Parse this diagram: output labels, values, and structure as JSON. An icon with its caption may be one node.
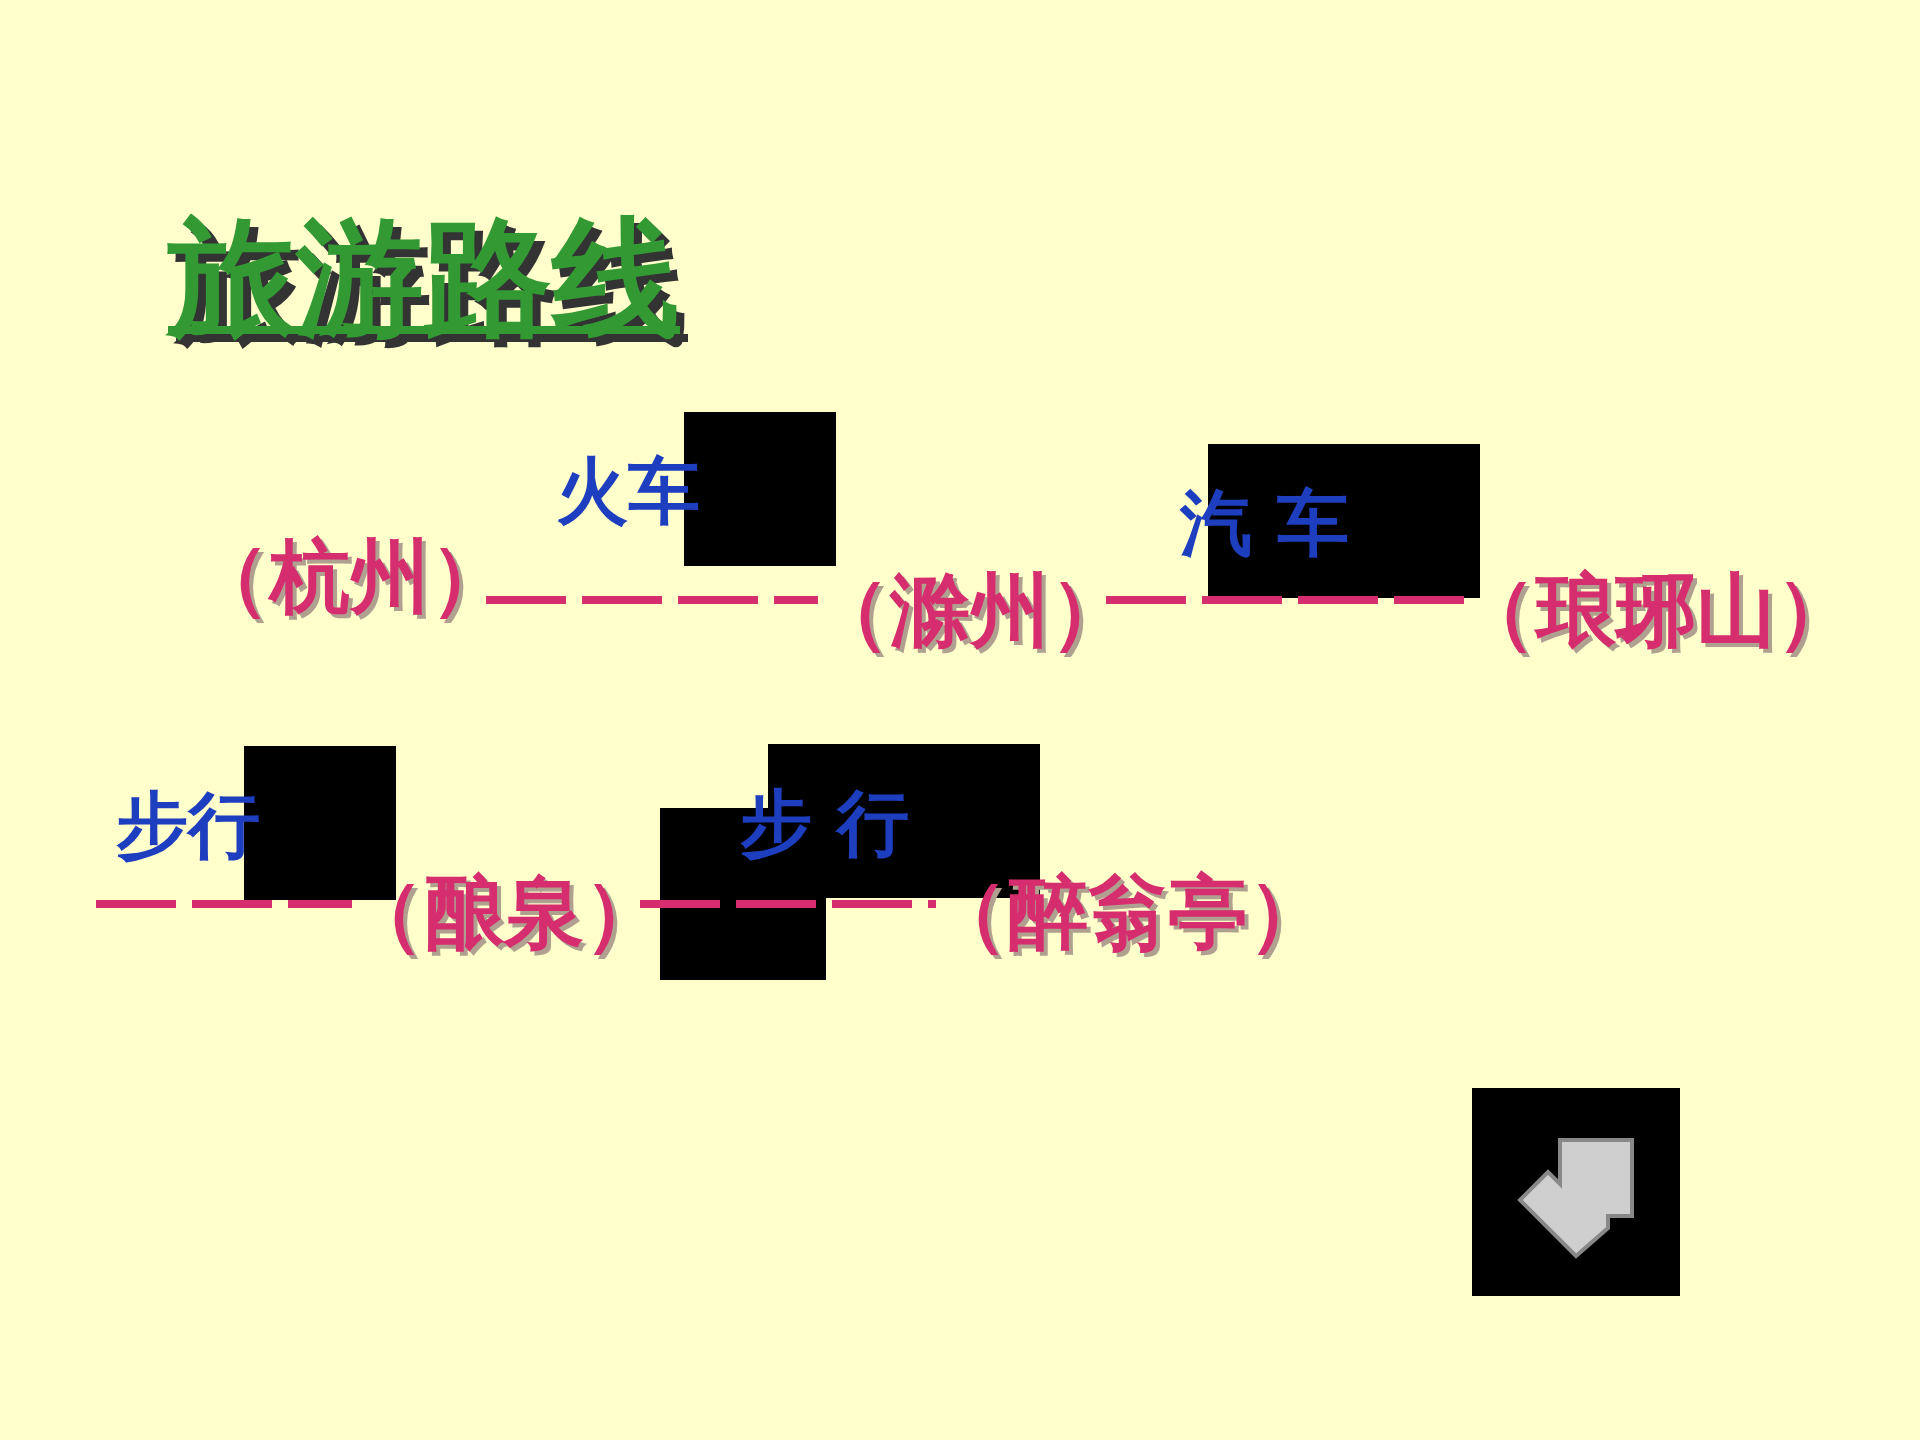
{
  "diagram": {
    "title": "旅游路线",
    "nodes": [
      {
        "text": [
          "（杭州）"
        ]
      },
      {
        "text": [
          "（滁州）"
        ]
      },
      {
        "text": [
          "（琅琊山）"
        ]
      },
      {
        "text": [
          "（酿泉）"
        ]
      },
      {
        "text": [
          "（醉翁亭）"
        ]
      }
    ],
    "edges": [
      {
        "from": 0,
        "to": 1,
        "arrow": "none",
        "label": "火车"
      },
      {
        "from": 1,
        "to": 2,
        "arrow": "none",
        "label": "汽 车"
      },
      {
        "from": null,
        "to": 3,
        "arrow": "none",
        "label": "步行"
      },
      {
        "from": 3,
        "to": 4,
        "arrow": "none",
        "label": "步 行"
      }
    ]
  }
}
